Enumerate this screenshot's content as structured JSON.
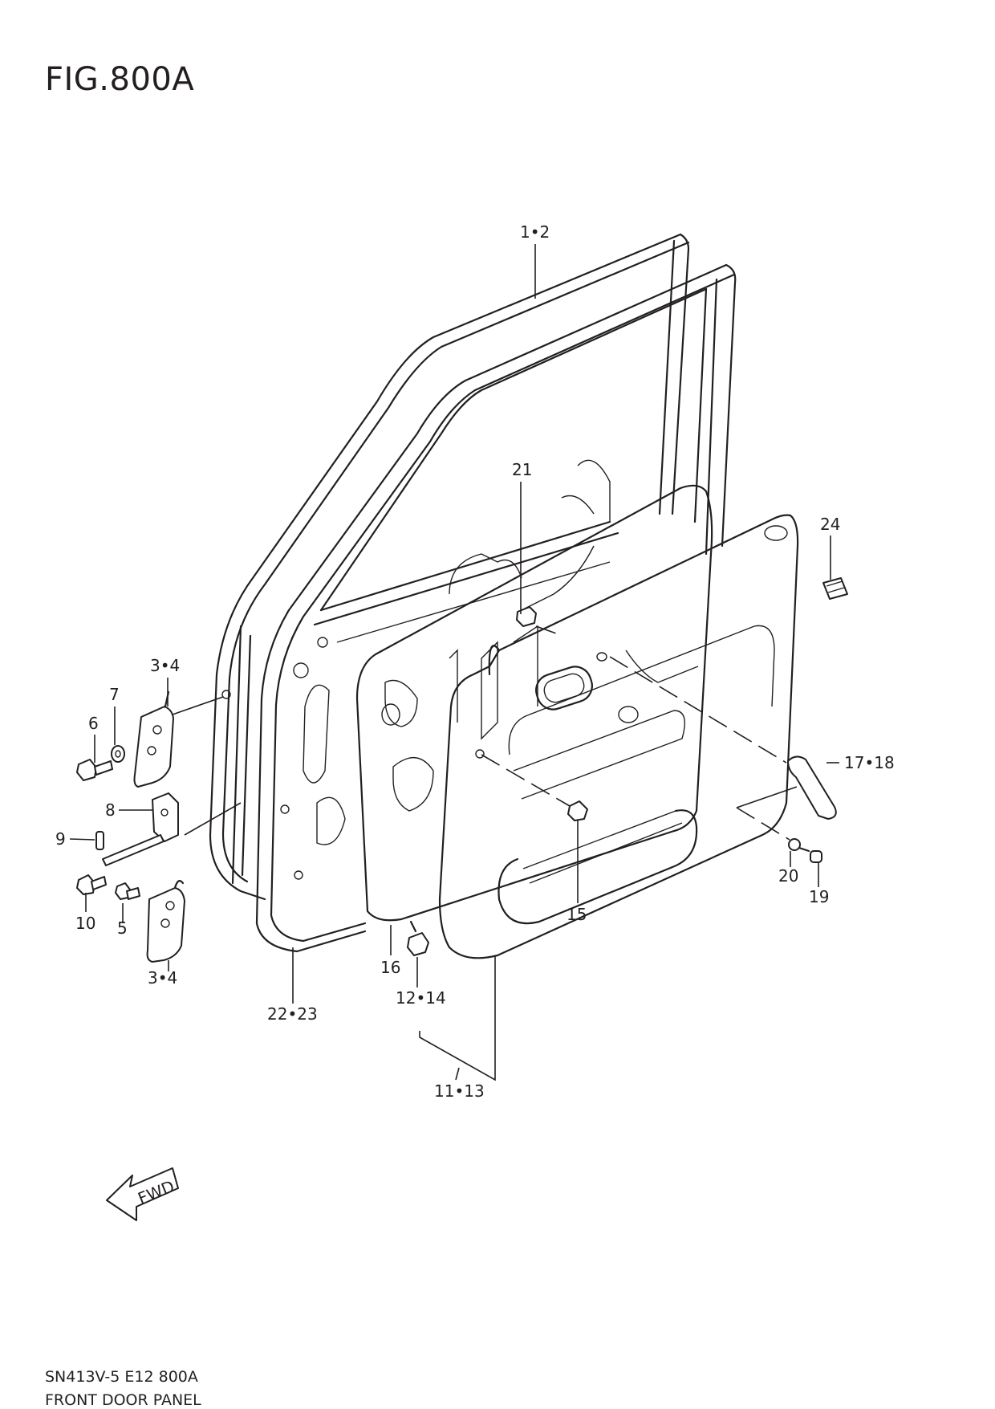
{
  "figure": {
    "title": "FIG.800A"
  },
  "footer": {
    "code": "SN413V-5 E12 800A",
    "name": "FRONT DOOR PANEL"
  },
  "fwd_label": "FWD",
  "callouts": [
    {
      "id": "c1",
      "text": "1•2"
    },
    {
      "id": "c21",
      "text": "21"
    },
    {
      "id": "c24",
      "text": "24"
    },
    {
      "id": "c34a",
      "text": "3•4"
    },
    {
      "id": "c7",
      "text": "7"
    },
    {
      "id": "c6",
      "text": "6"
    },
    {
      "id": "c8",
      "text": "8"
    },
    {
      "id": "c9",
      "text": "9"
    },
    {
      "id": "c10",
      "text": "10"
    },
    {
      "id": "c5",
      "text": "5"
    },
    {
      "id": "c34b",
      "text": "3•4"
    },
    {
      "id": "c17",
      "text": "17•18"
    },
    {
      "id": "c20",
      "text": "20"
    },
    {
      "id": "c19",
      "text": "19"
    },
    {
      "id": "c15",
      "text": "15"
    },
    {
      "id": "c16",
      "text": "16"
    },
    {
      "id": "c12",
      "text": "12•14"
    },
    {
      "id": "c22",
      "text": "22•23"
    },
    {
      "id": "c11",
      "text": "11•13"
    }
  ]
}
